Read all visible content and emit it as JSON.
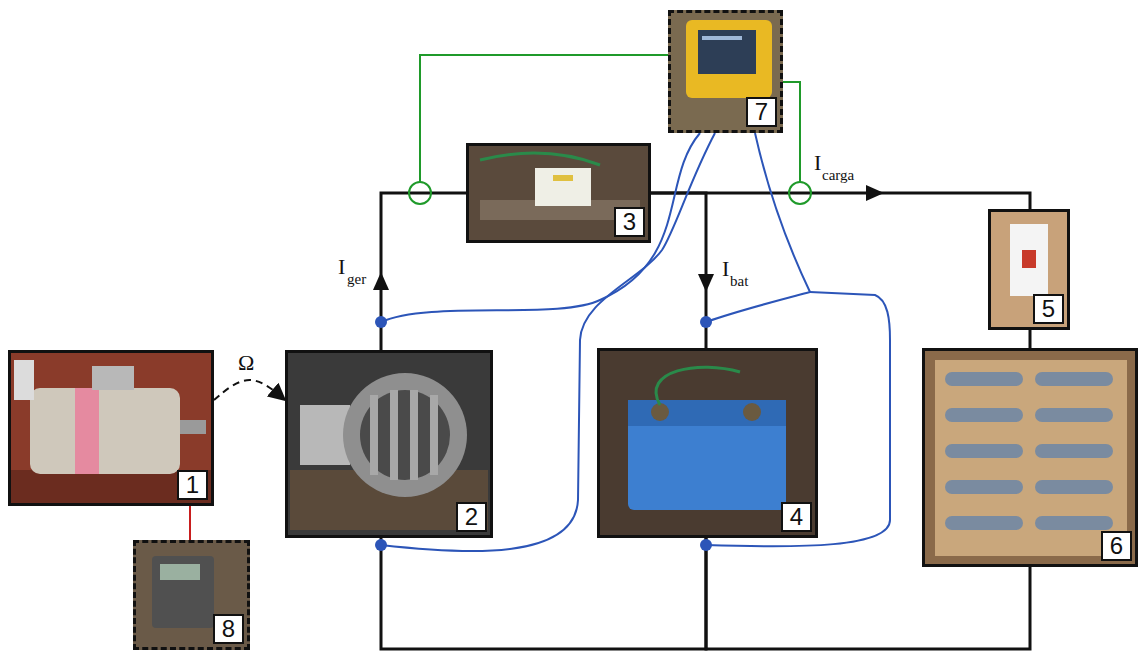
{
  "diagram": {
    "nodes": [
      {
        "text": [
          "7"
        ]
      },
      {
        "text": [
          "3"
        ]
      },
      {
        "text": [
          "5"
        ]
      },
      {
        "text": [
          "1"
        ]
      },
      {
        "text": [
          "2"
        ]
      },
      {
        "text": [
          "4"
        ]
      },
      {
        "text": [
          "6"
        ]
      },
      {
        "text": [
          "8"
        ]
      }
    ],
    "edges": [
      {
        "from": 3,
        "to": 4,
        "arrow": "to",
        "label": "Ω"
      },
      {
        "from": 7,
        "to": 3,
        "arrow": "none"
      },
      {
        "from": 4,
        "to": 1,
        "arrow": "none"
      },
      {
        "from": 1,
        "to": 5,
        "arrow": "none"
      },
      {
        "from": 1,
        "to": 2,
        "arrow": "none"
      },
      {
        "from": 2,
        "to": 6,
        "arrow": "none"
      },
      {
        "from": 4,
        "to": 5,
        "arrow": "none"
      },
      {
        "from": 5,
        "to": 6,
        "arrow": "none"
      }
    ],
    "labels": [
      "I",
      "ger",
      "I",
      "bat",
      "I",
      "carga"
    ]
  }
}
